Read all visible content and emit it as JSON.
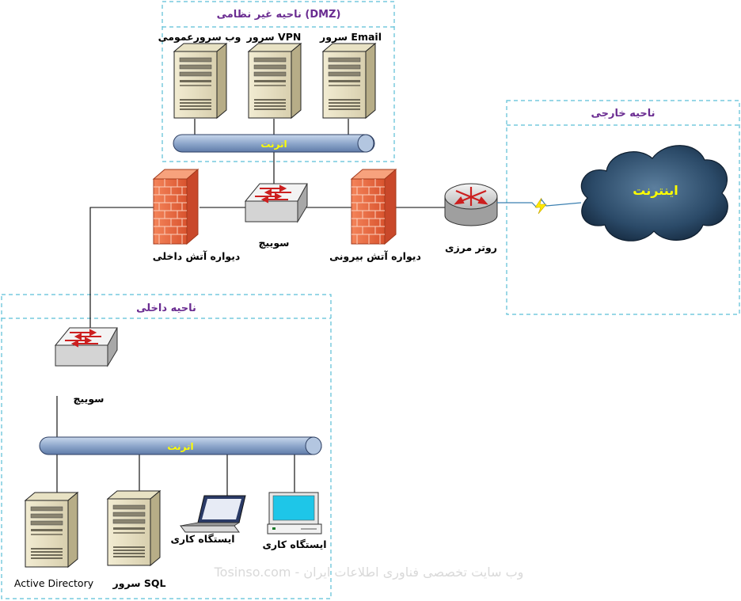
{
  "zones": {
    "dmz": "ناحیه غیر نظامی (DMZ)",
    "external": "ناحیه خارجی",
    "internal": "ناحیه داخلی"
  },
  "dmz_servers": {
    "web": "وب سرورعمومی",
    "vpn": "سرور VPN",
    "email": "سرور Email"
  },
  "bus": {
    "dmz": "اترنت",
    "internal": "اترنت"
  },
  "devices": {
    "switch_top": "سوییچ",
    "switch_internal": "سوییچ",
    "firewall_internal": "دیواره آتش داخلی",
    "firewall_external": "دیواره آتش بیرونی",
    "router": "روتر مرزی",
    "internet": "اینترنت"
  },
  "internal_hosts": {
    "ad_server": "Active Directory",
    "sql_server": "سرور SQL",
    "laptop": "ایستگاه کاری",
    "desktop": "ایستگاه کاری"
  },
  "watermark": "Tosinso.com - وب سایت تخصصی فناوری اطلاعات ایران",
  "colors": {
    "zone_border": "#5bbfd6",
    "zone_label": "#6a2c91",
    "bus_label": "#ffff00",
    "firewall": "#e8643e",
    "cloud": "#1f3b57"
  }
}
